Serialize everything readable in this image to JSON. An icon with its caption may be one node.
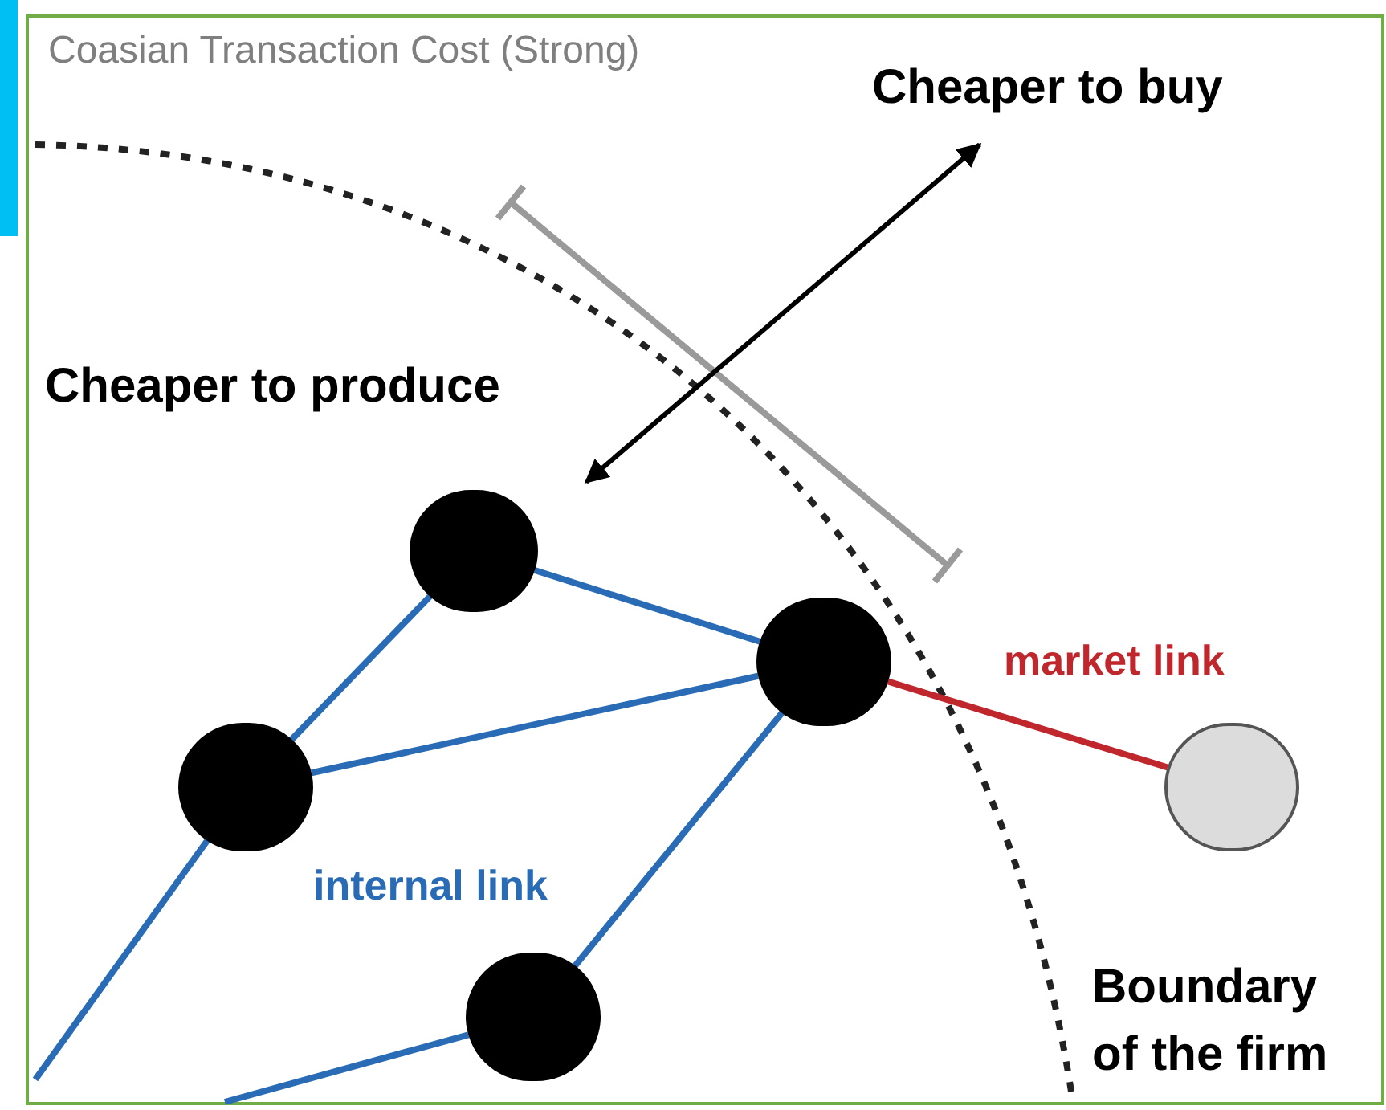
{
  "diagram": {
    "title": "Coasian Transaction Cost (Strong)",
    "nodes": [
      {
        "text": [],
        "shape": "circle"
      },
      {
        "text": [],
        "shape": "circle"
      },
      {
        "text": [],
        "shape": "circle"
      },
      {
        "text": [],
        "shape": "circle"
      },
      {
        "text": [],
        "shape": "circle"
      }
    ],
    "edges": [
      {
        "from": 0,
        "to": 1,
        "arrow": "none"
      },
      {
        "from": 0,
        "to": 2,
        "arrow": "none"
      },
      {
        "from": 2,
        "to": 1,
        "arrow": "none"
      },
      {
        "from": 1,
        "to": 3,
        "arrow": "none"
      },
      {
        "from": 2,
        "to": null,
        "arrow": "none"
      },
      {
        "from": 3,
        "to": null,
        "arrow": "none"
      },
      {
        "from": 1,
        "to": 4,
        "arrow": "none",
        "label": "market link",
        "color": "#c0272d"
      }
    ],
    "labels": [
      "Cheaper to buy",
      "Cheaper to produce",
      "internal link",
      "Boundary of the firm"
    ]
  }
}
